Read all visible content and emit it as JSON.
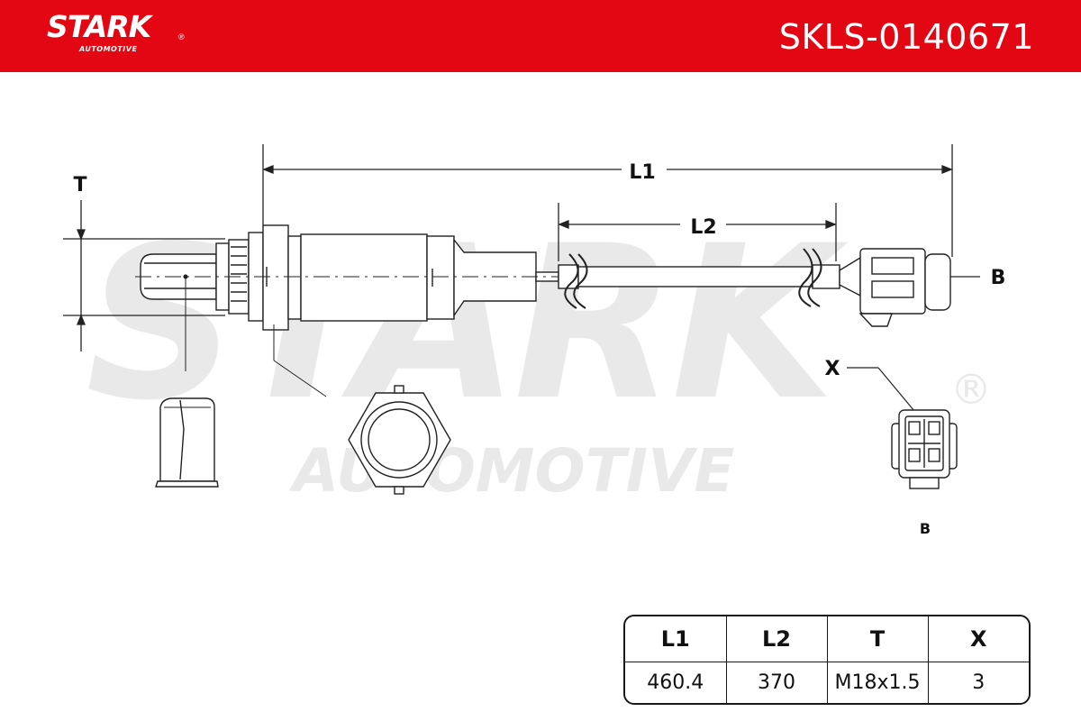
{
  "header": {
    "logo_main": "STARK",
    "logo_reg": "®",
    "logo_sub": "AUTOMOTIVE",
    "part_number": "SKLS-0140671",
    "color": "#e30613"
  },
  "watermark": {
    "main": "STARK",
    "sub": "AUTOMOTIVE",
    "reg": "®"
  },
  "drawing": {
    "label_L1": "L1",
    "label_L2": "L2",
    "label_T": "T",
    "label_B_side": "B",
    "label_X": "X",
    "label_B_bottom": "B"
  },
  "specs": {
    "headers": [
      "L1",
      "L2",
      "T",
      "X"
    ],
    "values": [
      "460.4",
      "370",
      "M18x1.5",
      "3"
    ]
  }
}
